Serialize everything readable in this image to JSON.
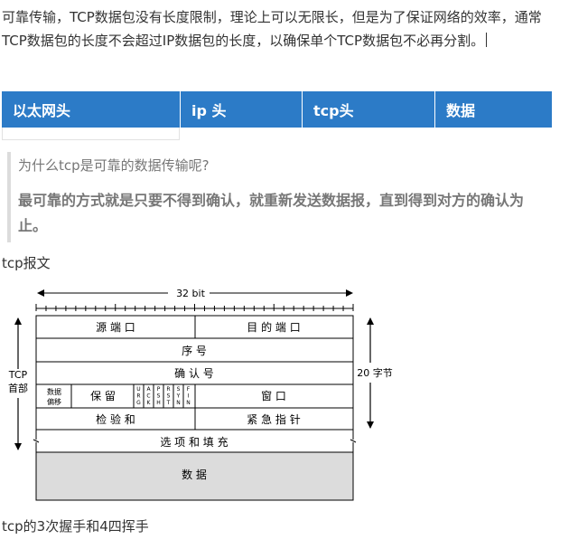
{
  "intro": "可靠传输，TCP数据包没有长度限制，理论上可以无限长，但是为了保证网络的效率，通常TCP数据包的长度不会超过IP数据包的长度，以确保单个TCP数据包不必再分割。",
  "header_table": [
    "以太网头",
    "ip 头",
    "tcp头",
    "数据"
  ],
  "quote": {
    "question": "为什么tcp是可靠的数据传输呢?",
    "answer": "最可靠的方式就是只要不得到确认，就重新发送数据报，直到得到对方的确认为止。"
  },
  "section1": "tcp报文",
  "diagram": {
    "width_label": "32 bit",
    "src_port": "源 端 口",
    "dst_port": "目 的 端 口",
    "seq": "序 号",
    "ack_no": "确 认 号",
    "offset_l1": "数据",
    "offset_l2": "偏移",
    "reserved": "保 留",
    "flags": [
      "URG",
      "ACK",
      "PSH",
      "RST",
      "SYN",
      "FIN"
    ],
    "window": "窗 口",
    "checksum": "检 验 和",
    "urgent": "紧 急 指 针",
    "options": "选 项 和 填 充",
    "data": "数 据",
    "tcp_l1": "TCP",
    "tcp_l2": "首部",
    "bytes20": "20 字节"
  },
  "section2": "tcp的3次握手和4四挥手"
}
